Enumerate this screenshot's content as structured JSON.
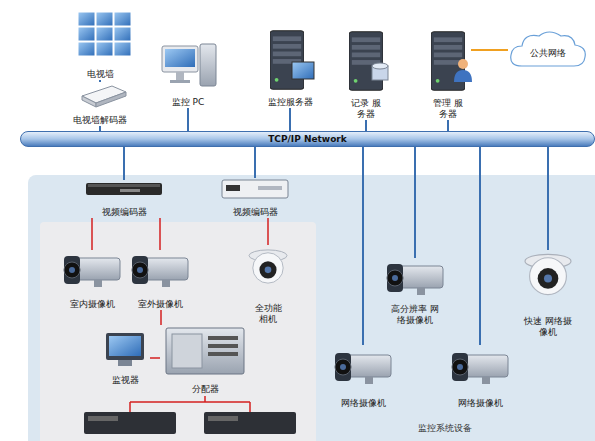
{
  "diagram": {
    "nodes": [
      {
        "text": [
          "电视墙"
        ]
      },
      {
        "text": [
          "电视墙解码器"
        ]
      },
      {
        "text": [
          "监控 PC"
        ]
      },
      {
        "text": [
          "监控服务器"
        ]
      },
      {
        "text": [
          "记录 服务器"
        ]
      },
      {
        "text": [
          "管理 服务器"
        ]
      },
      {
        "text": [
          "公共网络"
        ]
      },
      {
        "text": [
          "TCP/IP Network"
        ]
      },
      {
        "text": [
          "监控系统设备"
        ]
      },
      {
        "text": [
          "视频编码器"
        ],
        "in": 8
      },
      {
        "text": [
          "视频编码器"
        ],
        "in": 8
      },
      {
        "text": [
          "室内摄像机"
        ],
        "in": 8
      },
      {
        "text": [
          "室外摄像机"
        ],
        "in": 8
      },
      {
        "text": [
          "全功能 相机"
        ],
        "in": 8
      },
      {
        "text": [
          "监视器"
        ],
        "in": 8
      },
      {
        "text": [
          "分配器"
        ],
        "in": 8
      },
      {
        "text": [
          "高分辨率 网络摄像机"
        ],
        "in": 8
      },
      {
        "text": [
          "快速 网络摄像机"
        ],
        "in": 8
      },
      {
        "text": [
          "网络摄像机"
        ],
        "in": 8
      },
      {
        "text": [
          "网络摄像机"
        ],
        "in": 8
      }
    ],
    "edges": [
      {
        "from": 0,
        "to": 1,
        "arrow": "none"
      },
      {
        "from": 1,
        "to": 7,
        "arrow": "none"
      },
      {
        "from": 2,
        "to": 7,
        "arrow": "none"
      },
      {
        "from": 3,
        "to": 7,
        "arrow": "none"
      },
      {
        "from": 4,
        "to": 7,
        "arrow": "none"
      },
      {
        "from": 5,
        "to": 7,
        "arrow": "none"
      },
      {
        "from": 6,
        "to": 5,
        "arrow": "none"
      },
      {
        "from": 7,
        "to": 9,
        "arrow": "none"
      },
      {
        "from": 7,
        "to": 10,
        "arrow": "none"
      },
      {
        "from": 7,
        "to": 16,
        "arrow": "none"
      },
      {
        "from": 7,
        "to": 17,
        "arrow": "none"
      },
      {
        "from": 7,
        "to": 18,
        "arrow": "none"
      },
      {
        "from": 7,
        "to": 19,
        "arrow": "none"
      },
      {
        "from": 9,
        "to": 11,
        "arrow": "none"
      },
      {
        "from": 9,
        "to": 12,
        "arrow": "none"
      },
      {
        "from": 10,
        "to": 13,
        "arrow": "none"
      },
      {
        "from": 12,
        "to": 15,
        "arrow": "none"
      },
      {
        "from": 15,
        "to": 14,
        "arrow": "none"
      }
    ]
  }
}
